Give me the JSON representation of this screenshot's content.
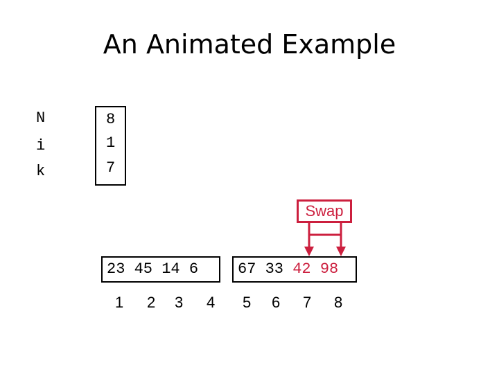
{
  "title": "An Animated Example",
  "variables": [
    {
      "name": "N",
      "value": "8"
    },
    {
      "name": "i",
      "value": "1"
    },
    {
      "name": "k",
      "value": "7"
    }
  ],
  "swap_label": "Swap",
  "array": {
    "left_values": [
      "23",
      "45",
      "14",
      "6"
    ],
    "right_values": [
      "67",
      "33",
      "42",
      "98"
    ],
    "highlighted_indices": [
      7,
      8
    ]
  },
  "indices": [
    "1",
    "2",
    "3",
    "4",
    "5",
    "6",
    "7",
    "8"
  ],
  "colors": {
    "highlight": "#cc1f3e",
    "text": "#000000"
  }
}
